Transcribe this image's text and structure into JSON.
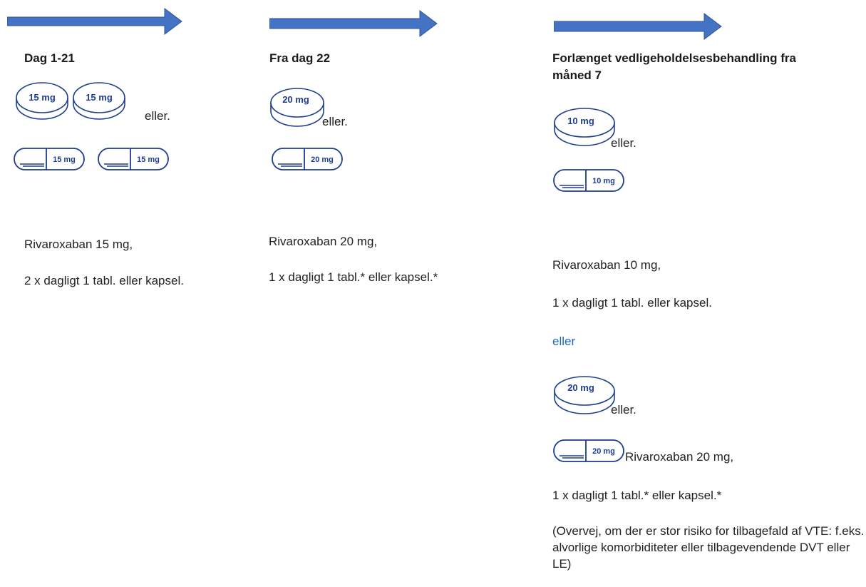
{
  "colors": {
    "arrow": "#4472c4",
    "pill_stroke": "#1e3d8f",
    "pill_fill": "#ffffff",
    "accent_text": "#1f6bb5"
  },
  "icons": {
    "arrow": "right-arrow-icon",
    "tablet": "tablet-icon",
    "capsule": "capsule-icon"
  },
  "col1": {
    "heading": "Dag 1-21",
    "tablet_label": "15 mg",
    "capsule_label": "15 mg",
    "or_label": "eller.",
    "drug": "Rivaroxaban 15 mg,",
    "dosage": "2 x dagligt 1 tabl. eller kapsel."
  },
  "col2": {
    "heading": "Fra dag 22",
    "tablet_label": "20 mg",
    "capsule_label": "20 mg",
    "or_label": "eller.",
    "drug": "Rivaroxaban 20 mg,",
    "dosage": "1 x dagligt 1 tabl.* eller kapsel.*"
  },
  "col3": {
    "heading_line1": "Forlænget vedligeholdelsesbehandling fra",
    "heading_line2": "måned 7",
    "tablet_label_a": "10 mg",
    "capsule_label_a": "10 mg",
    "or_label_a": "eller.",
    "drug_a": "Rivaroxaban 10 mg,",
    "dosage_a": "1 x dagligt 1 tabl. eller kapsel.",
    "alternative": "eller",
    "tablet_label_b": "20 mg",
    "capsule_label_b": "20 mg",
    "or_label_b": "eller.",
    "drug_b": "Rivaroxaban 20 mg,",
    "dosage_b": "1 x dagligt 1 tabl.* eller kapsel.*",
    "note": "(Overvej, om der er stor risiko for tilbagefald af VTE: f.eks. alvorlige komorbiditeter eller tilbagevendende DVT eller LE)"
  }
}
